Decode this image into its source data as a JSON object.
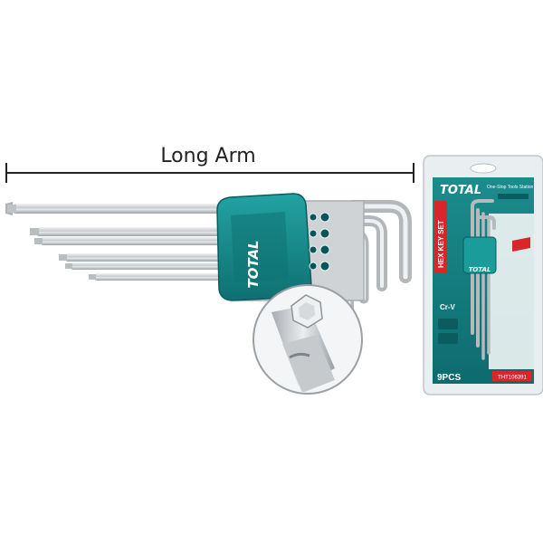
{
  "dimension": {
    "label": "Long Arm"
  },
  "holder": {
    "brand": "TOTAL"
  },
  "package": {
    "brand": "TOTAL",
    "tagline": "One-Stop Tools Station",
    "title": "HEX KEY SET",
    "material": "Cr-V",
    "piece_count": "9PCS",
    "model": "THT106391",
    "holder_brand": "TOTAL"
  },
  "colors": {
    "brand_teal": "#1a8f8f",
    "dark_teal": "#0f6f72",
    "accent_red": "#d9262b",
    "chrome": "#c9cdd0"
  },
  "detail_callout": {
    "icon": "torx-tip-closeup"
  }
}
